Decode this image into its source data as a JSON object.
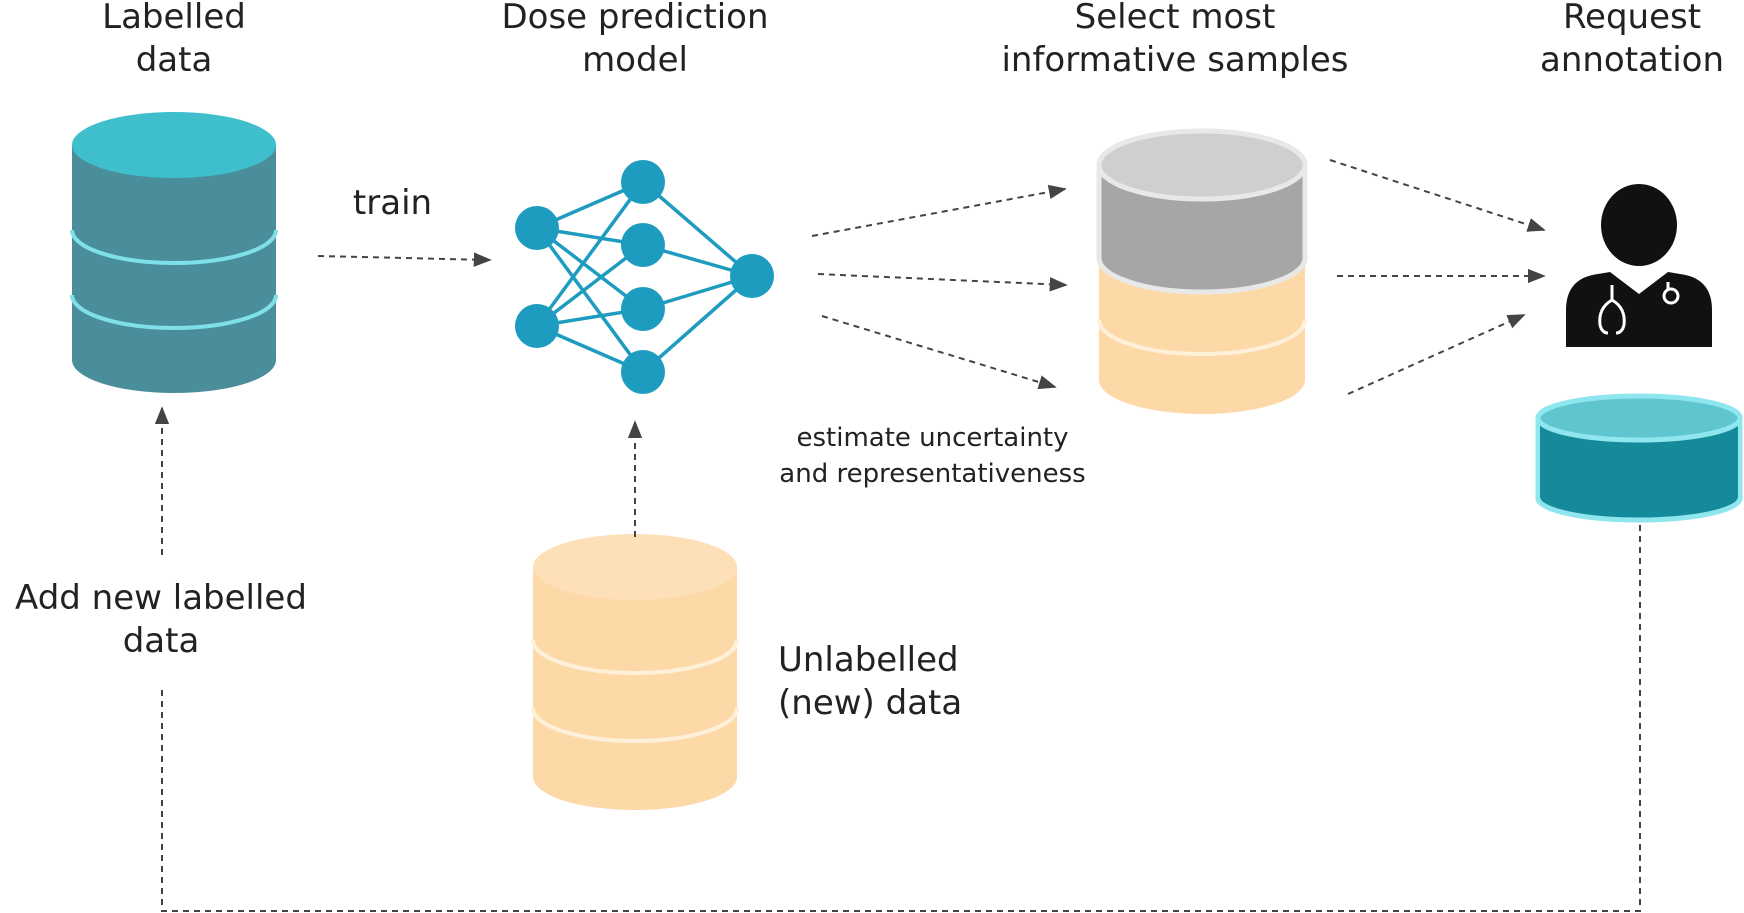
{
  "columns": {
    "labelled_title": [
      "Labelled",
      "data"
    ],
    "model_title": [
      "Dose prediction",
      "model"
    ],
    "select_title": [
      "Select most",
      "informative samples"
    ],
    "request_title": [
      "Request",
      "annotation"
    ]
  },
  "edges": {
    "train": "train",
    "estimate": [
      "estimate uncertainty",
      "and representativeness"
    ],
    "add_new": [
      "Add new labelled",
      "data"
    ]
  },
  "unlabelled_label": [
    "Unlabelled",
    "(new) data"
  ],
  "colors": {
    "teal_top": "#3fbfcb",
    "teal_body": "#4a8e9c",
    "teal_line": "#7fe0ea",
    "node": "#1e9cbf",
    "peach_top": "#fde0b8",
    "peach_body": "#fdd9a8",
    "peach_line": "#fff0da",
    "grey_top": "#cfcfcf",
    "grey_body": "#a6a6a6",
    "dark_teal": "#148a9b",
    "arrow": "#444444"
  },
  "icons": {
    "labelled_db": "database-icon",
    "model": "neural-network-icon",
    "unlabelled_db": "database-icon",
    "selected_db": "database-icon",
    "annotator": "doctor-icon",
    "annotated_db": "database-icon"
  }
}
